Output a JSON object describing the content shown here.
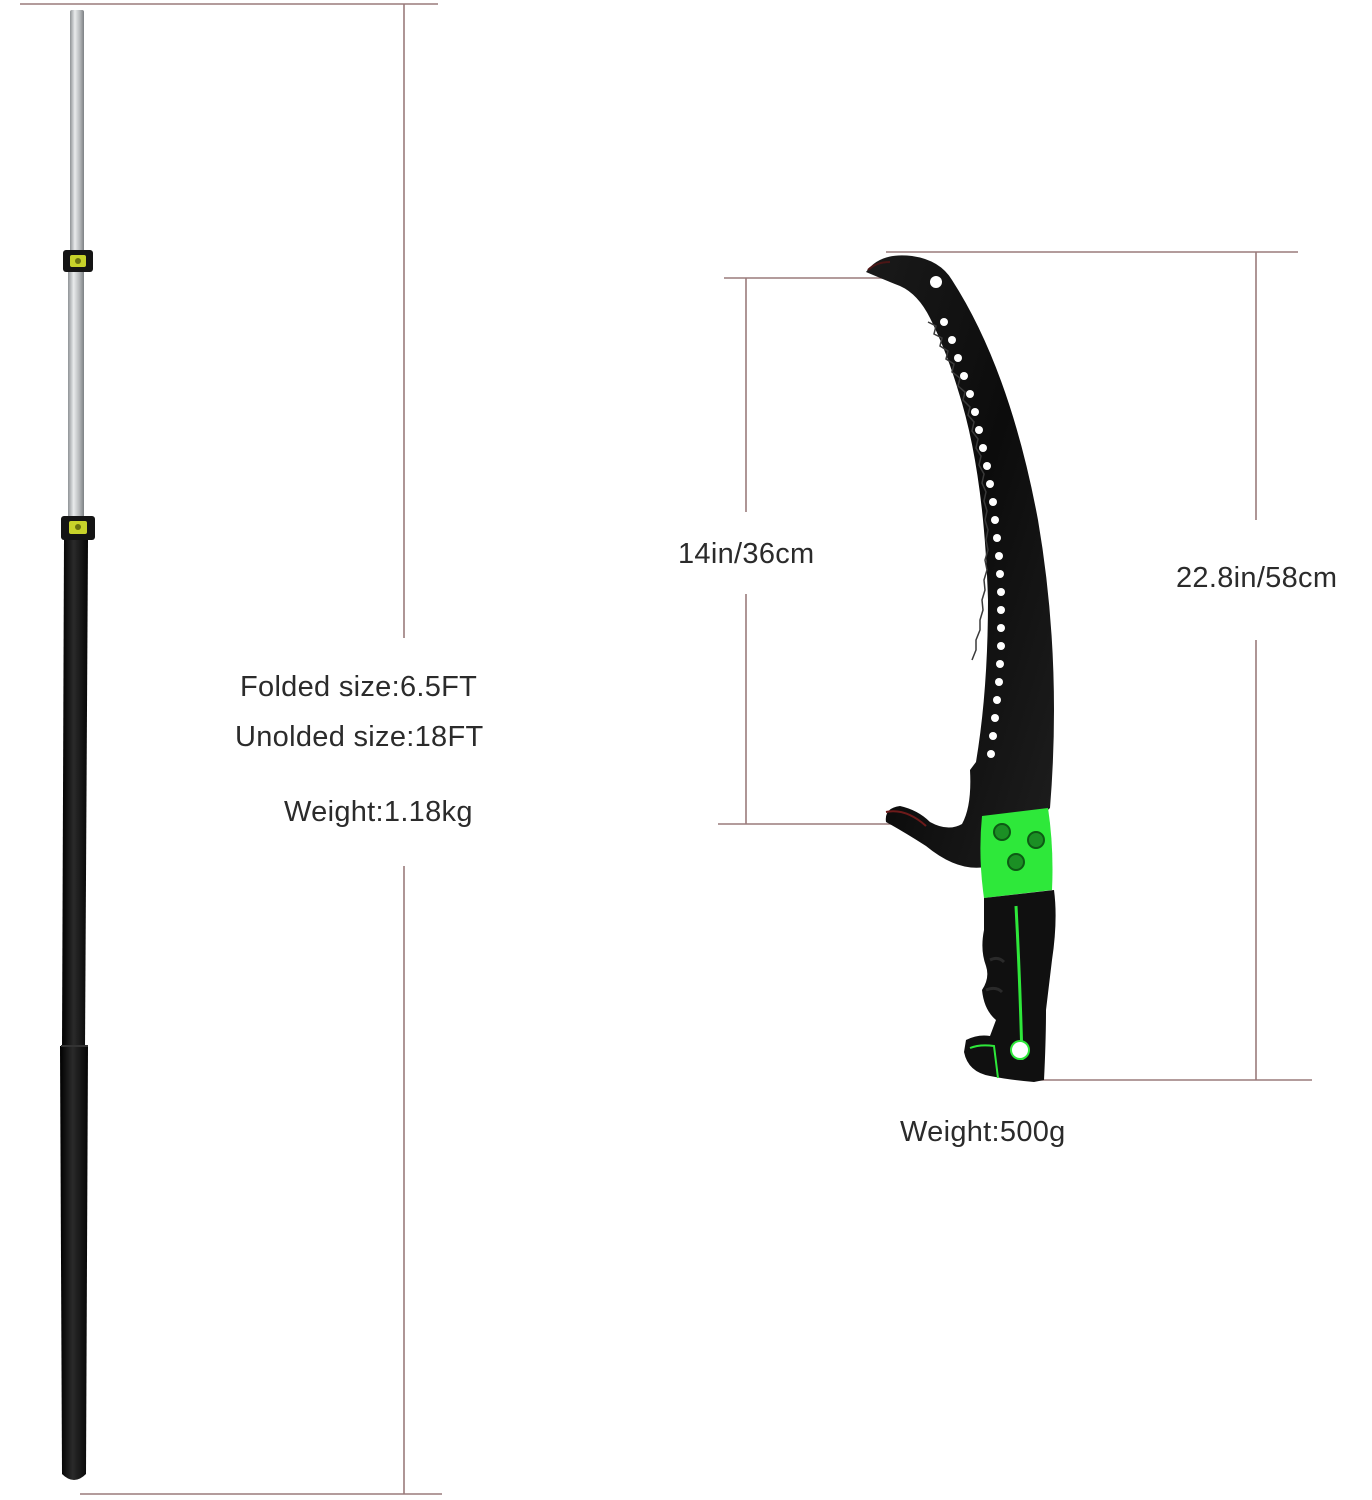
{
  "pole": {
    "folded_size": "Folded size:6.5FT",
    "unfolded_size": "Unolded size:18FT",
    "weight": "Weight:1.18kg"
  },
  "saw": {
    "blade_length": "14in/36cm",
    "total_length": "22.8in/58cm",
    "weight": "Weight:500g"
  },
  "colors": {
    "dimension_line": "#9a7b7b",
    "handle_black": "#111111",
    "accent_green": "#2ee83a",
    "silver": "#c9ccce"
  }
}
